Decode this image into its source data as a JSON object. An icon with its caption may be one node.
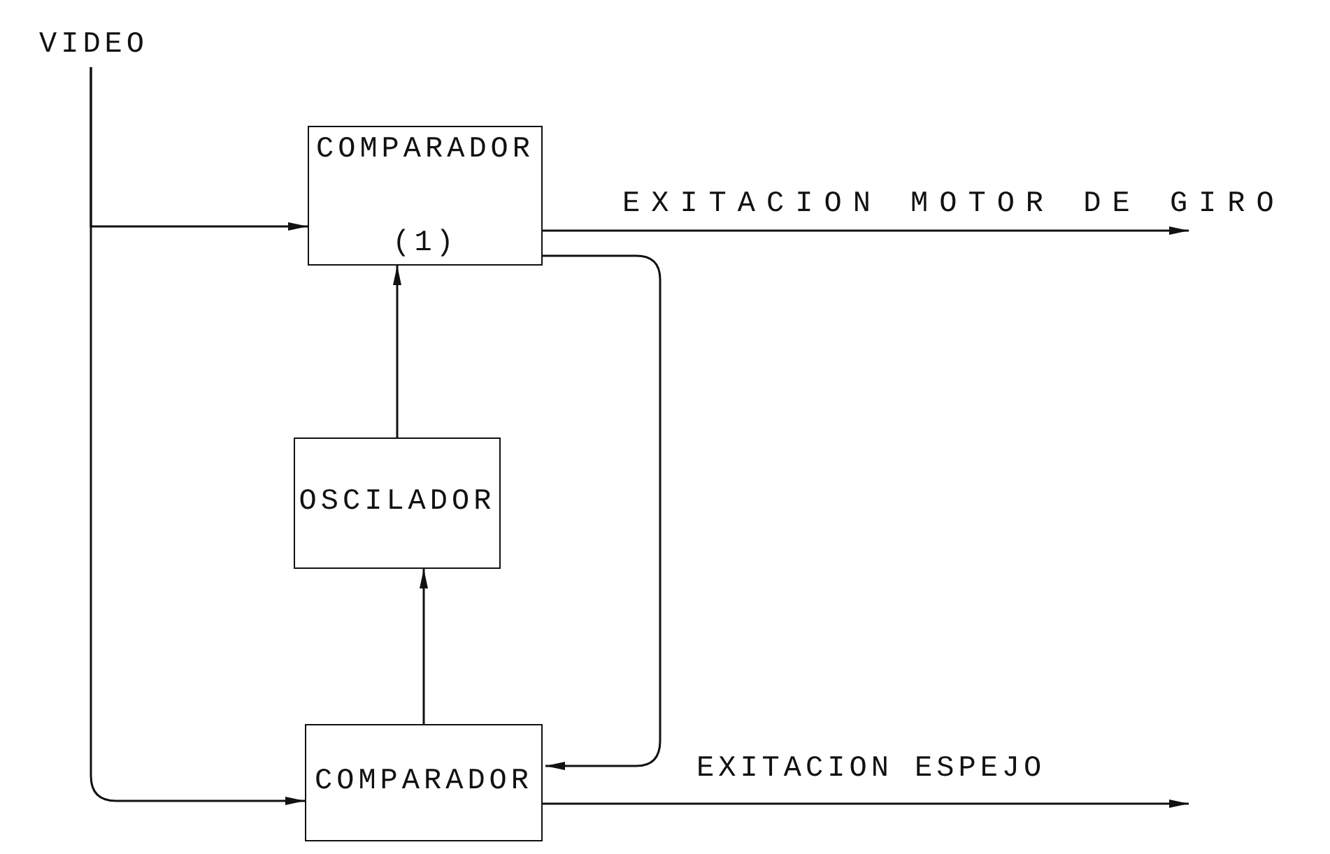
{
  "diagram": {
    "nodes": [
      {
        "text": [
          "VIDEO"
        ]
      },
      {
        "text": [
          "COMPARADOR",
          "(1)"
        ]
      },
      {
        "text": [
          "OSCILADOR"
        ]
      },
      {
        "text": [
          "COMPARADOR"
        ]
      }
    ],
    "edges": [
      {
        "from": 0,
        "to": 1,
        "arrow": "to"
      },
      {
        "from": 0,
        "to": 3,
        "arrow": "to"
      },
      {
        "from": 2,
        "to": 1,
        "arrow": "to"
      },
      {
        "from": 3,
        "to": 2,
        "arrow": "to"
      },
      {
        "from": 1,
        "to": 3,
        "arrow": "to"
      },
      {
        "from": 1,
        "to": null,
        "arrow": "to",
        "label": "EXITACION MOTOR DE GIRO"
      },
      {
        "from": 3,
        "to": null,
        "arrow": "to",
        "label": "EXITACION ESPEJO"
      }
    ]
  }
}
